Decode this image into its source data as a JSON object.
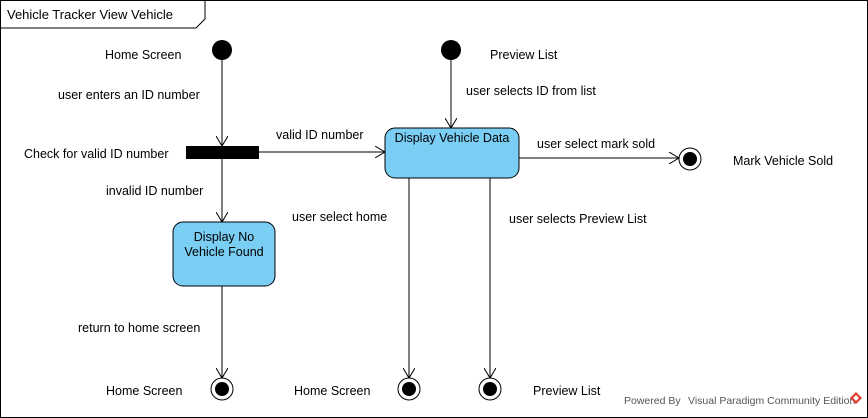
{
  "diagram": {
    "frame_title": "Vehicle Tracker View Vehicle",
    "nodes": {
      "initial_home": "Home Screen",
      "initial_preview": "Preview List",
      "fork": "Check for valid ID number",
      "display_vehicle_data": "Display Vehicle Data",
      "display_no_vehicle_line1": "Display No",
      "display_no_vehicle_line2": "Vehicle Found",
      "final_mark_sold": "Mark Vehicle Sold",
      "final_home_1": "Home Screen",
      "final_home_2": "Home Screen",
      "final_preview": "Preview List"
    },
    "edges": {
      "enter_id": "user enters an ID number",
      "select_from_list": "user selects ID from list",
      "valid_id": "valid ID number",
      "invalid_id": "invalid ID number",
      "mark_sold": "user select mark sold",
      "select_home": "user select home",
      "select_preview": "user selects Preview List",
      "return_home": "return to home screen"
    }
  },
  "footer": {
    "powered_by": "Powered By",
    "product": "Visual Paradigm Community Edition"
  },
  "colors": {
    "state_fill": "#7acdf3",
    "logo_red": "#e0392b"
  }
}
